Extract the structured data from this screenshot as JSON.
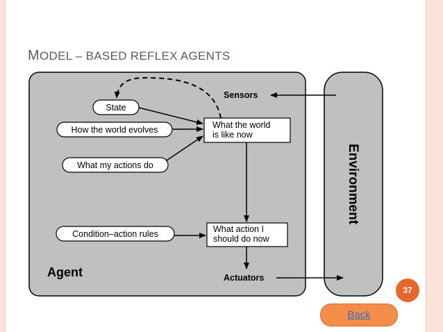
{
  "slide": {
    "title_first_letter": "M",
    "title_rest_1": "ODEL",
    "title_dash": " – ",
    "title_rest_2": "BASED REFLEX AGENTS",
    "page_number": "37",
    "back_label": "Back"
  },
  "diagram": {
    "nodes": {
      "state": "State",
      "world_evolves": "How the world evolves",
      "my_actions": "What my actions do",
      "condition_rules": "Condition–action rules",
      "world_now_line1": "What the world",
      "world_now_line2": "is like now",
      "action_line1": "What action I",
      "action_line2": "should do now",
      "sensors": "Sensors",
      "actuators": "Actuators",
      "agent": "Agent",
      "environment": "Environment"
    },
    "colors": {
      "box_fill": "#c0c0c0",
      "node_fill": "#ffffff",
      "stroke": "#000000",
      "accent": "#e8682b"
    }
  }
}
